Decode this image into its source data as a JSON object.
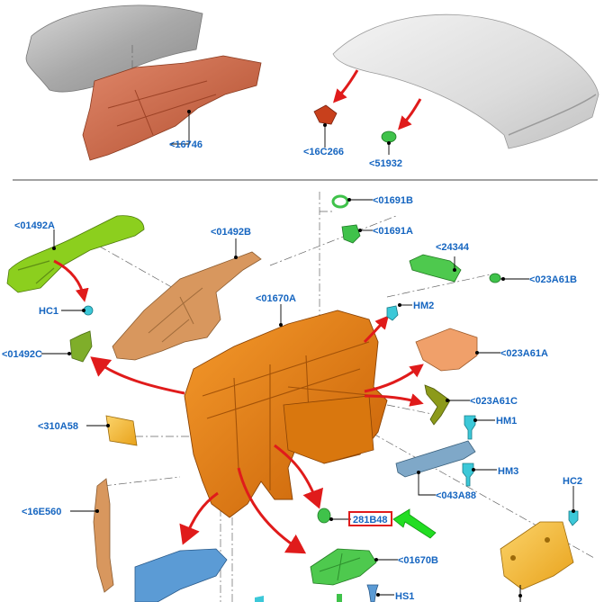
{
  "labels": {
    "l16746": "<16746",
    "l16C266": "<16C266",
    "l51932": "<51932",
    "l01691B": "<01691B",
    "l01691A": "<01691A",
    "l01492A": "<01492A",
    "l01492B": "<01492B",
    "l24344": "<24344",
    "l023A61B": "<023A61B",
    "l01670A": "<01670A",
    "lHC1": "HC1",
    "lHM2": "HM2",
    "l01492C": "<01492C",
    "l023A61A": "<023A61A",
    "l023A61C": "<023A61C",
    "lHM1": "HM1",
    "l310A58": "<310A58",
    "lHM3": "HM3",
    "l043A88": "<043A88",
    "lHC2": "HC2",
    "l16E560": "<16E560",
    "l281B48": "281B48",
    "l01670B": "<01670B",
    "lHS1": "HS1"
  },
  "colors": {
    "label_text": "#1565c0",
    "arrow_red": "#e01b1b",
    "arrow_green": "#22dd22",
    "highlight_box": "#e01b1b",
    "orange_part": "#e07a10",
    "copper_part": "#c8643c",
    "tan_part": "#d8975e",
    "lime_part": "#8ccf1e",
    "green_part": "#4ec94e",
    "blue_part": "#5b9bd5",
    "teal_clip": "#3cc8d8",
    "yellow_part": "#f3b52b"
  }
}
